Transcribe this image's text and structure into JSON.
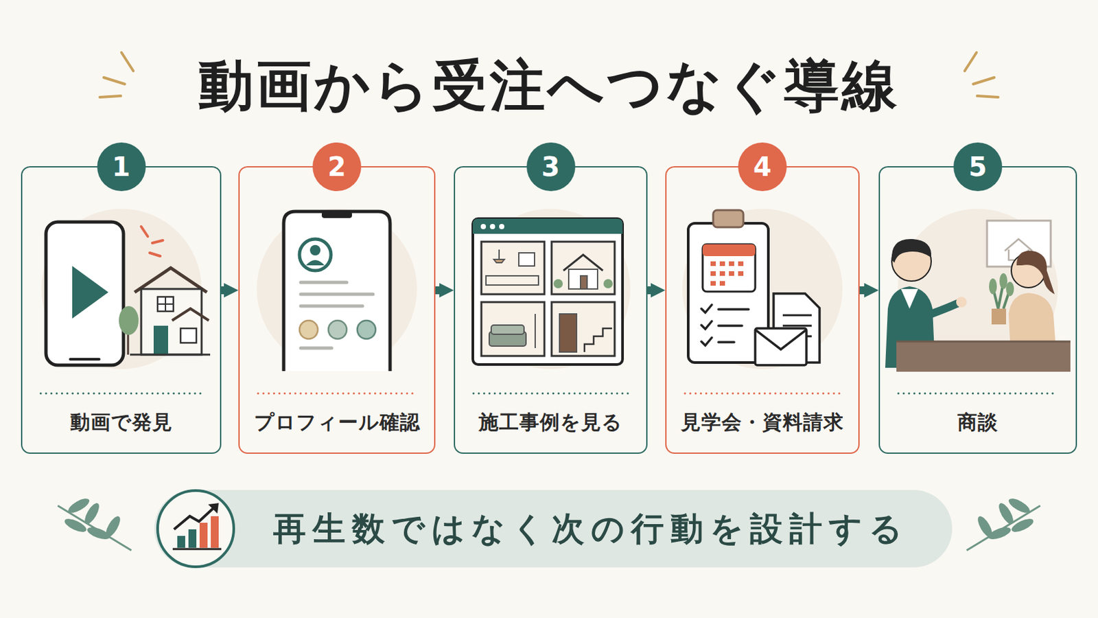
{
  "diagram": {
    "title": "動画から受注へつなぐ導線",
    "nodes": [
      {
        "text": [
          "1",
          "動画で発見"
        ]
      },
      {
        "text": [
          "2",
          "プロフィール確認"
        ]
      },
      {
        "text": [
          "3",
          "施工事例を見る"
        ]
      },
      {
        "text": [
          "4",
          "見学会・資料請求"
        ]
      },
      {
        "text": [
          "5",
          "商談"
        ]
      },
      {
        "text": [
          "再生数ではなく次の行動を設計する"
        ]
      }
    ],
    "edges": [
      {
        "from": 0,
        "to": 1,
        "arrow": "to"
      },
      {
        "from": 1,
        "to": 2,
        "arrow": "to"
      },
      {
        "from": 2,
        "to": 3,
        "arrow": "to"
      },
      {
        "from": 3,
        "to": 4,
        "arrow": "to"
      }
    ]
  }
}
